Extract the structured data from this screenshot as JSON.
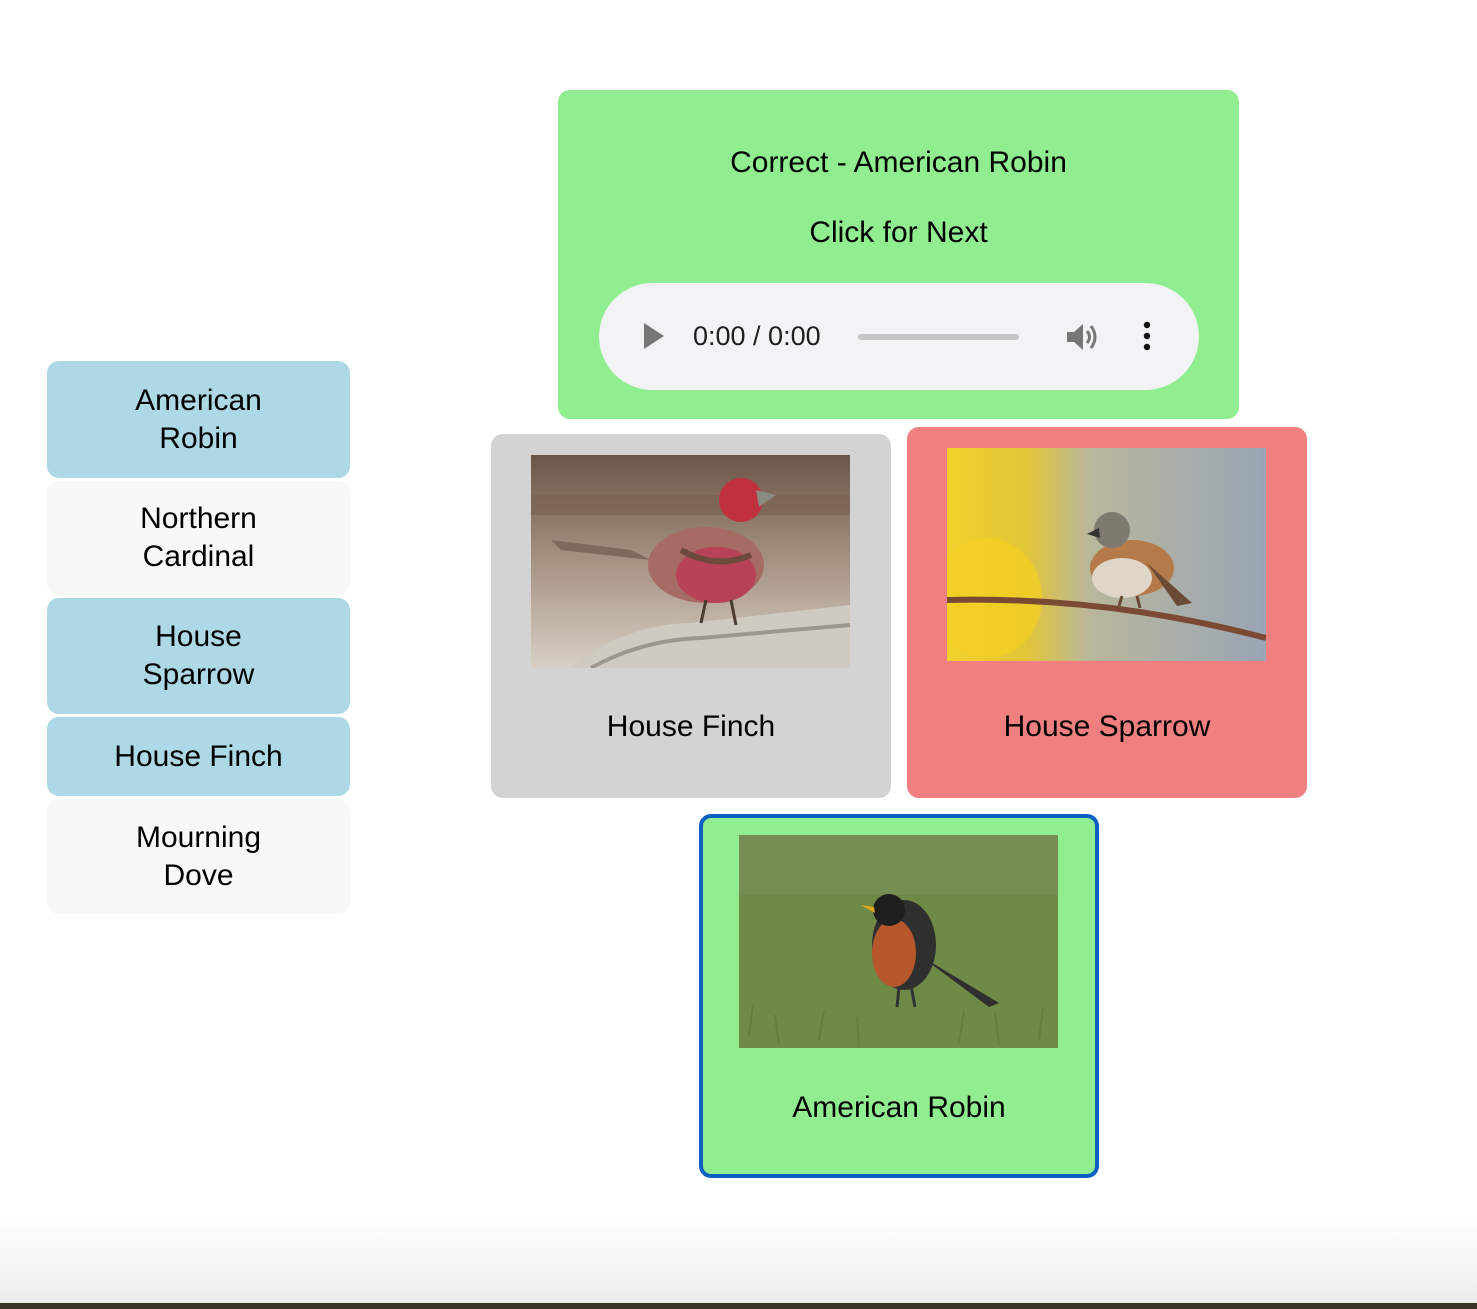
{
  "sidebar": {
    "items": [
      {
        "label": "American Robin",
        "state": "blue"
      },
      {
        "label": "Northern Cardinal",
        "state": "light"
      },
      {
        "label": "House Sparrow",
        "state": "blue"
      },
      {
        "label": "House Finch",
        "state": "blue"
      },
      {
        "label": "Mourning Dove",
        "state": "light"
      }
    ]
  },
  "feedback": {
    "result": "Correct - American Robin",
    "next_label": "Click for Next",
    "color": "#90ee90"
  },
  "audio": {
    "time": "0:00 / 0:00",
    "progress": 0,
    "icons": [
      "play-icon",
      "volume-icon",
      "more-options-icon"
    ]
  },
  "cards": [
    {
      "label": "House Finch",
      "color": "#d3d3d3"
    },
    {
      "label": "House Sparrow",
      "color": "#f08080"
    },
    {
      "label": "American Robin",
      "color": "#90ee90",
      "selected_border": "#0a5fc4"
    }
  ]
}
